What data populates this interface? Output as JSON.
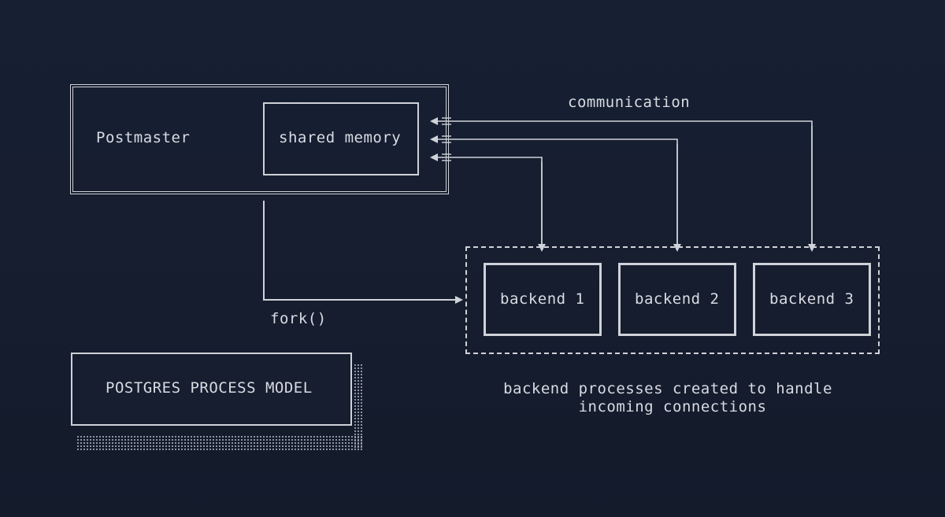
{
  "diagram": {
    "postmaster_label": "Postmaster",
    "shared_memory_label": "shared memory",
    "communication_label": "communication",
    "fork_label": "fork()",
    "backends": [
      {
        "label": "backend 1"
      },
      {
        "label": "backend 2"
      },
      {
        "label": "backend 3"
      }
    ],
    "backend_caption_line1": "backend processes created to handle",
    "backend_caption_line2": "incoming connections",
    "title_box_label": "POSTGRES PROCESS MODEL"
  },
  "colors": {
    "background": "#161d2e",
    "stroke": "#cfd2d8",
    "text": "#d8dbe2"
  }
}
